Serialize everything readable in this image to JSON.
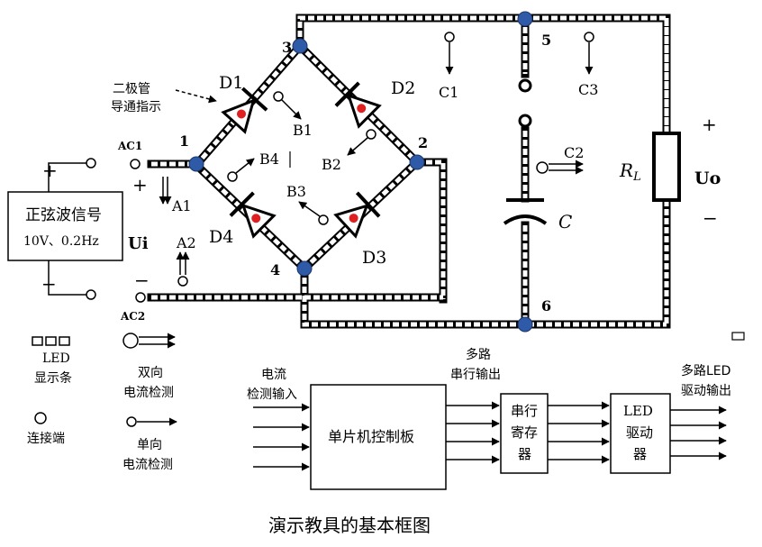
{
  "diagram": {
    "caption": "演示教具的基本框图",
    "nodes": {
      "n1": "1",
      "n2": "2",
      "n3": "3",
      "n4": "4",
      "n5": "5",
      "n6": "6"
    },
    "diodes": {
      "d1": "D1",
      "d2": "D2",
      "d3": "D3",
      "d4": "D4"
    },
    "indicator_note": [
      "二极管",
      "导通指示"
    ],
    "ac_terminals": {
      "ac1": "AC1",
      "ac2": "AC2"
    },
    "source": {
      "name": "正弦波信号",
      "spec": "10V、0.2Hz",
      "ui": "Ui",
      "plus": "+",
      "minus": "−"
    },
    "probes": {
      "a1": "A1",
      "a2": "A2",
      "b1": "B1",
      "b2": "B2",
      "b3": "B3",
      "b4": "B4",
      "c1": "C1",
      "c2": "C2",
      "c3": "C3"
    },
    "components": {
      "capacitor": "C",
      "resistor": "R",
      "resistor_sub": "L",
      "output": "Uo",
      "out_plus": "+",
      "out_minus": "−",
      "in_plus": "+",
      "in_minus": "−"
    },
    "legend": {
      "led_bar": [
        "LED",
        "显示条"
      ],
      "terminal": "连接端",
      "bidirectional": [
        "双向",
        "电流检测"
      ],
      "unidirectional": [
        "单向",
        "电流检测"
      ]
    },
    "block_diagram": {
      "input_label": [
        "电流",
        "检测输入"
      ],
      "mcu": "单片机控制板",
      "serial_out_label": [
        "多路",
        "串行输出"
      ],
      "shift_register": [
        "串行",
        "寄存",
        "器"
      ],
      "led_driver": [
        "LED",
        "驱动",
        "器"
      ],
      "multi_led_out": [
        "多路LED",
        "驱动输出"
      ]
    },
    "colors": {
      "led_dot": "#e02020",
      "node_dot": "#2e5aa8",
      "line": "#000000"
    }
  }
}
